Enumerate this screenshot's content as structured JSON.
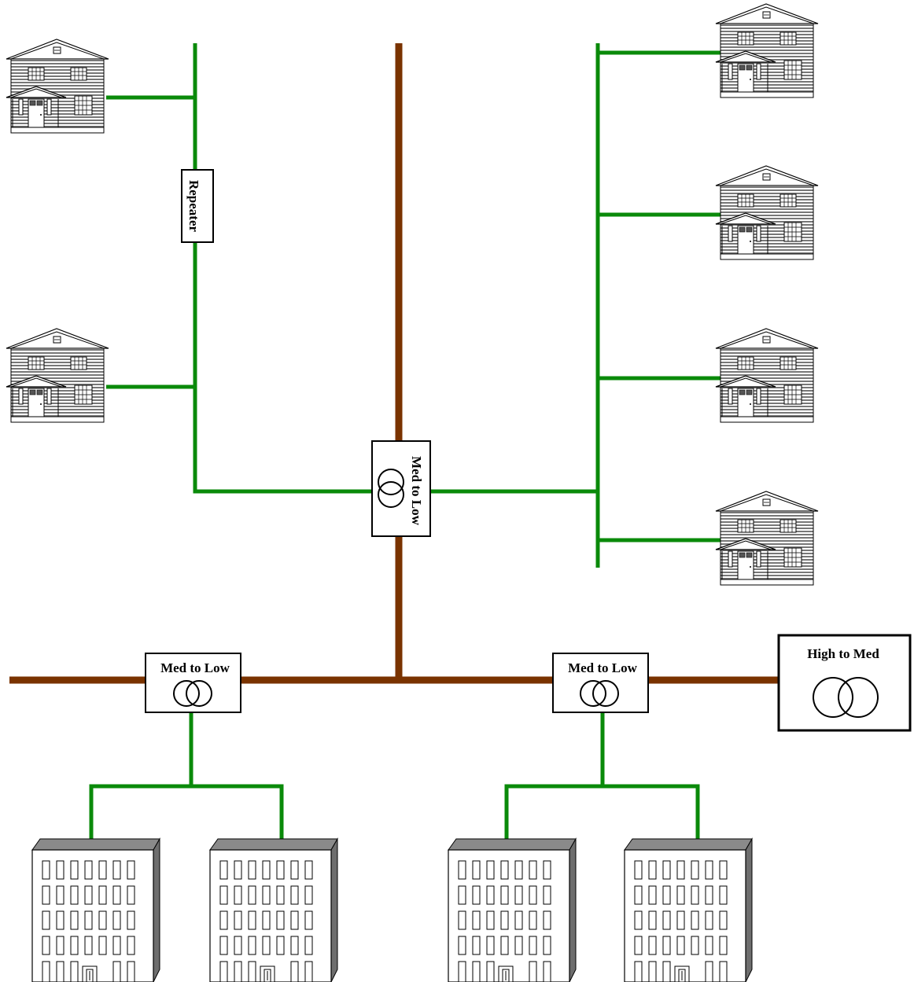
{
  "diagram": {
    "colors": {
      "medium_voltage_line": "#7a3300",
      "low_voltage_line": "#0a8a0a",
      "house_wall": "#8a8a8a",
      "building_wall": "#ffffff",
      "building_side": "#7a7a7a"
    },
    "labels": {
      "repeater": "Repeater",
      "top_transformer": "Med to Low",
      "left_transformer": "Med to Low",
      "right_transformer": "Med to Low",
      "substation": "High to Med"
    },
    "icons": {
      "house": "house-icon",
      "building": "office-building-icon",
      "transformer": "transformer-coils-icon"
    }
  }
}
